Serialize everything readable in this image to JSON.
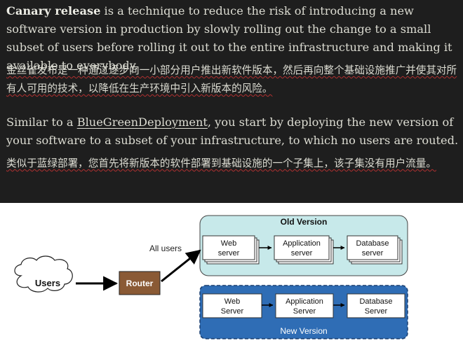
{
  "intro": {
    "term": "Canary release",
    "text": " is a technique to reduce the risk of introducing a new software version in production by slowly rolling out the change to a small subset of users before rolling it out to the entire infrastructure and making it available to everybody."
  },
  "intro_zh": "金丝雀发布是一种通过逐步向一小部分用户推出新软件版本，然后再向整个基础设施推广并使其对所有人可用的技术，以降低在生产环境中引入新版本的风险。",
  "similar": {
    "prefix": "Similar to a ",
    "link": "BlueGreenDeployment",
    "suffix": ", you start by deploying the new version of your software to a subset of your infrastructure, to which no users are routed."
  },
  "similar_zh": "类似于蓝绿部署，您首先将新版本的软件部署到基础设施的一个子集上，该子集没有用户流量。",
  "diagram": {
    "users": "Users",
    "router": "Router",
    "all_users": "All users",
    "old_version": {
      "title": "Old Version",
      "web": [
        "Web",
        "server"
      ],
      "app": [
        "Application",
        "server"
      ],
      "db": [
        "Database",
        "server"
      ]
    },
    "new_version": {
      "title": "New  Version",
      "web": [
        "Web",
        "Server"
      ],
      "app": [
        "Application",
        "Server"
      ],
      "db": [
        "Database",
        "Server"
      ]
    },
    "colors": {
      "old_fill": "#c7e9ea",
      "new_fill": "#2f6db5",
      "router_fill": "#8a5a35",
      "users_fill": "#ffffff"
    }
  }
}
